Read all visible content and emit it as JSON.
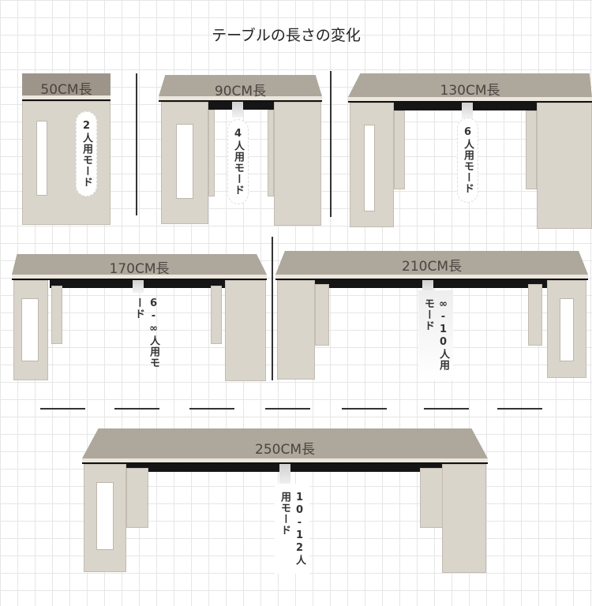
{
  "title": "テーブルの長さの変化",
  "tables": [
    {
      "length_label": "50CM長",
      "mode_label": "2人用モード"
    },
    {
      "length_label": "90CM長",
      "mode_label": "4人用モード"
    },
    {
      "length_label": "130CM長",
      "mode_label": "6人用モード"
    },
    {
      "length_label": "170CM長",
      "mode_label": "6-∞人用モード"
    },
    {
      "length_label": "210CM長",
      "mode_label": "∞-10人用モード"
    },
    {
      "length_label": "250CM長",
      "mode_label": "10-12人用モード"
    }
  ]
}
